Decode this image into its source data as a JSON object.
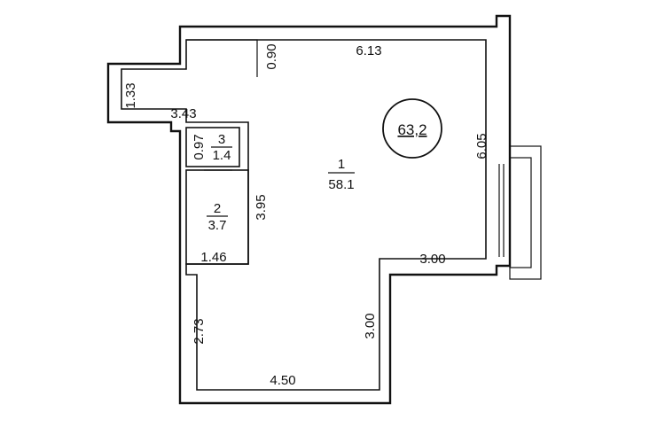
{
  "total_area": "63,2",
  "rooms": [
    {
      "number": "1",
      "area": "58.1"
    },
    {
      "number": "2",
      "area": "3.7"
    },
    {
      "number": "3",
      "area": "1.4"
    }
  ],
  "dimensions": {
    "top_wall": "6.13",
    "top_left_notch": "0.90",
    "entry_corridor_height": "1.33",
    "entry_corridor_width": "3.43",
    "room3_height": "0.97",
    "room2_height": "3.95",
    "room2_width": "1.46",
    "right_wall": "6.05",
    "step_width": "3.00",
    "step_height": "3.00",
    "left_lower_wall": "2.73",
    "bottom_wall": "4.50"
  }
}
